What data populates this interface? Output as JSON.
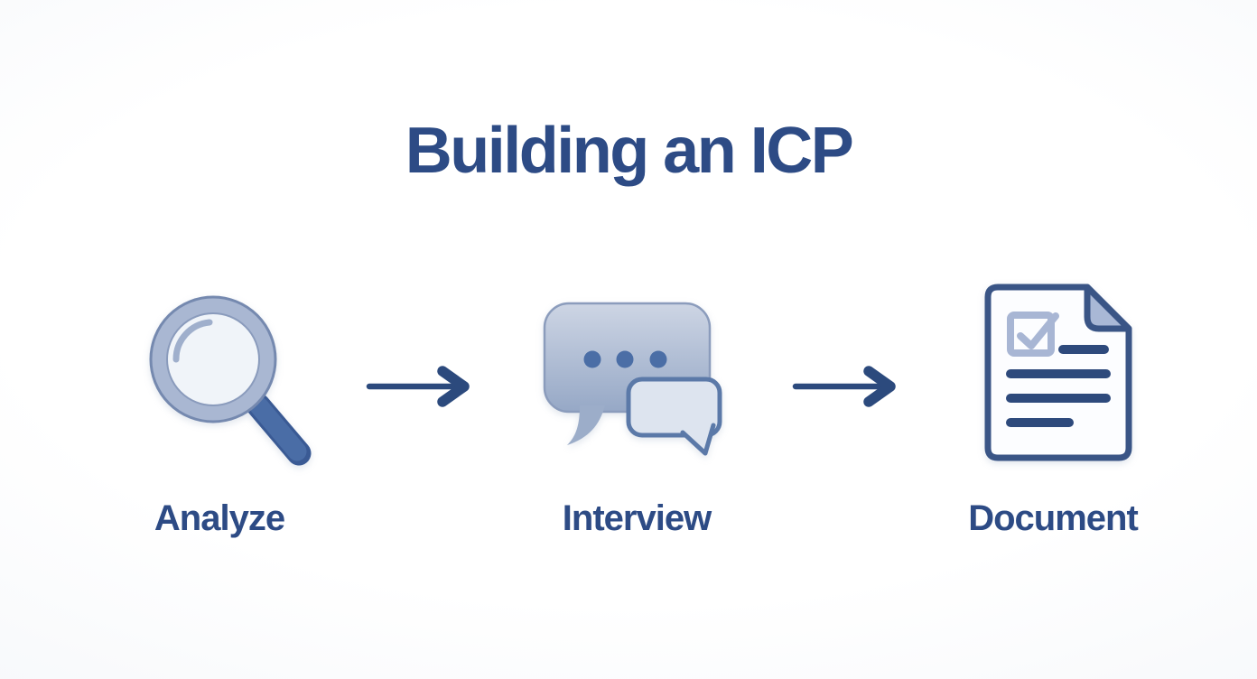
{
  "title": "Building an ICP",
  "steps": [
    {
      "label": "Analyze",
      "icon": "magnifier-icon"
    },
    {
      "label": "Interview",
      "icon": "chat-bubbles-icon"
    },
    {
      "label": "Document",
      "icon": "document-checklist-icon"
    }
  ],
  "arrows": [
    {
      "name": "arrow-analyze-to-interview",
      "direction": "right"
    },
    {
      "name": "arrow-interview-to-document",
      "direction": "right"
    }
  ],
  "colors": {
    "title_text": "#2d4b85",
    "label_text": "#2d4b85",
    "arrow": "#2c4a7d",
    "magnifier_ring": "#a9b7d2",
    "magnifier_ring_edge": "#7589af",
    "magnifier_glass": "#f0f4f9",
    "magnifier_glass_edge": "#8a9bbc",
    "magnifier_highlight": "#9fafcc",
    "magnifier_handle": "#4a6da6",
    "magnifier_handle_edge": "#3a5a94",
    "bubble_large_top": "#cdd5e4",
    "bubble_large_bottom": "#96a8c6",
    "bubble_large_edge": "#8b9cbc",
    "bubble_tail": "#9cadc9",
    "bubble_dots": "#4b6ea6",
    "bubble_small_fill": "#dde4ef",
    "bubble_small_outline": "#5b79a8",
    "document_outline": "#3a5586",
    "document_fill": "#fcfdff",
    "document_fold": "#a9b8d6",
    "document_checkbox": "#a8b6d4",
    "document_text_lines": "#2e4a7c",
    "background": "#fdfdfe"
  }
}
